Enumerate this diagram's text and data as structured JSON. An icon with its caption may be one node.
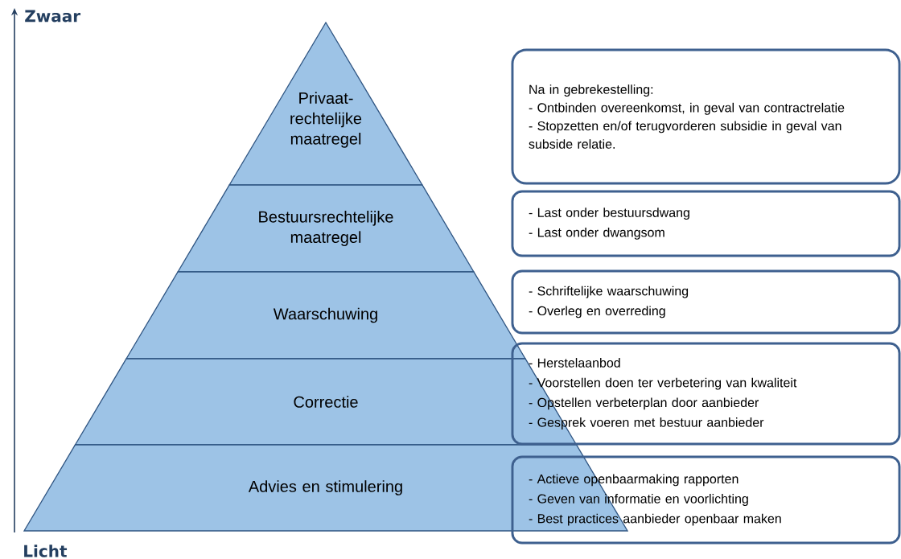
{
  "diagram": {
    "nodes": [
      {
        "text": [
          "Privaat-rechtelijke maatregel"
        ]
      },
      {
        "text": [
          "Bestuursrechtelijke maatregel"
        ]
      },
      {
        "text": [
          "Waarschuwing"
        ]
      },
      {
        "text": [
          "Correctie"
        ]
      },
      {
        "text": [
          "Advies en stimulering"
        ]
      },
      {
        "text": [
          "Na in gebrekestelling:",
          "- Ontbinden overeenkomst, in geval van contractrelatie",
          "- Stopzetten en/of terugvorderen subsidie in geval van subside relatie."
        ]
      },
      {
        "text": [
          "- Last onder bestuursdwang",
          "- Last onder dwangsom"
        ]
      },
      {
        "text": [
          "- Schriftelijke waarschuwing",
          "- Overleg en overreding"
        ]
      },
      {
        "text": [
          "- Herstelaanbod",
          "- Voorstellen doen ter verbetering van kwaliteit",
          "- Opstellen verbeterplan door aanbieder",
          "- Gesprek voeren met bestuur aanbieder"
        ]
      },
      {
        "text": [
          "- Actieve openbaarmaking rapporten",
          "- Geven van informatie en voorlichting",
          "- Best practices aanbieder openbaar maken"
        ]
      }
    ],
    "labels": [
      "Zwaar",
      "Licht"
    ]
  }
}
